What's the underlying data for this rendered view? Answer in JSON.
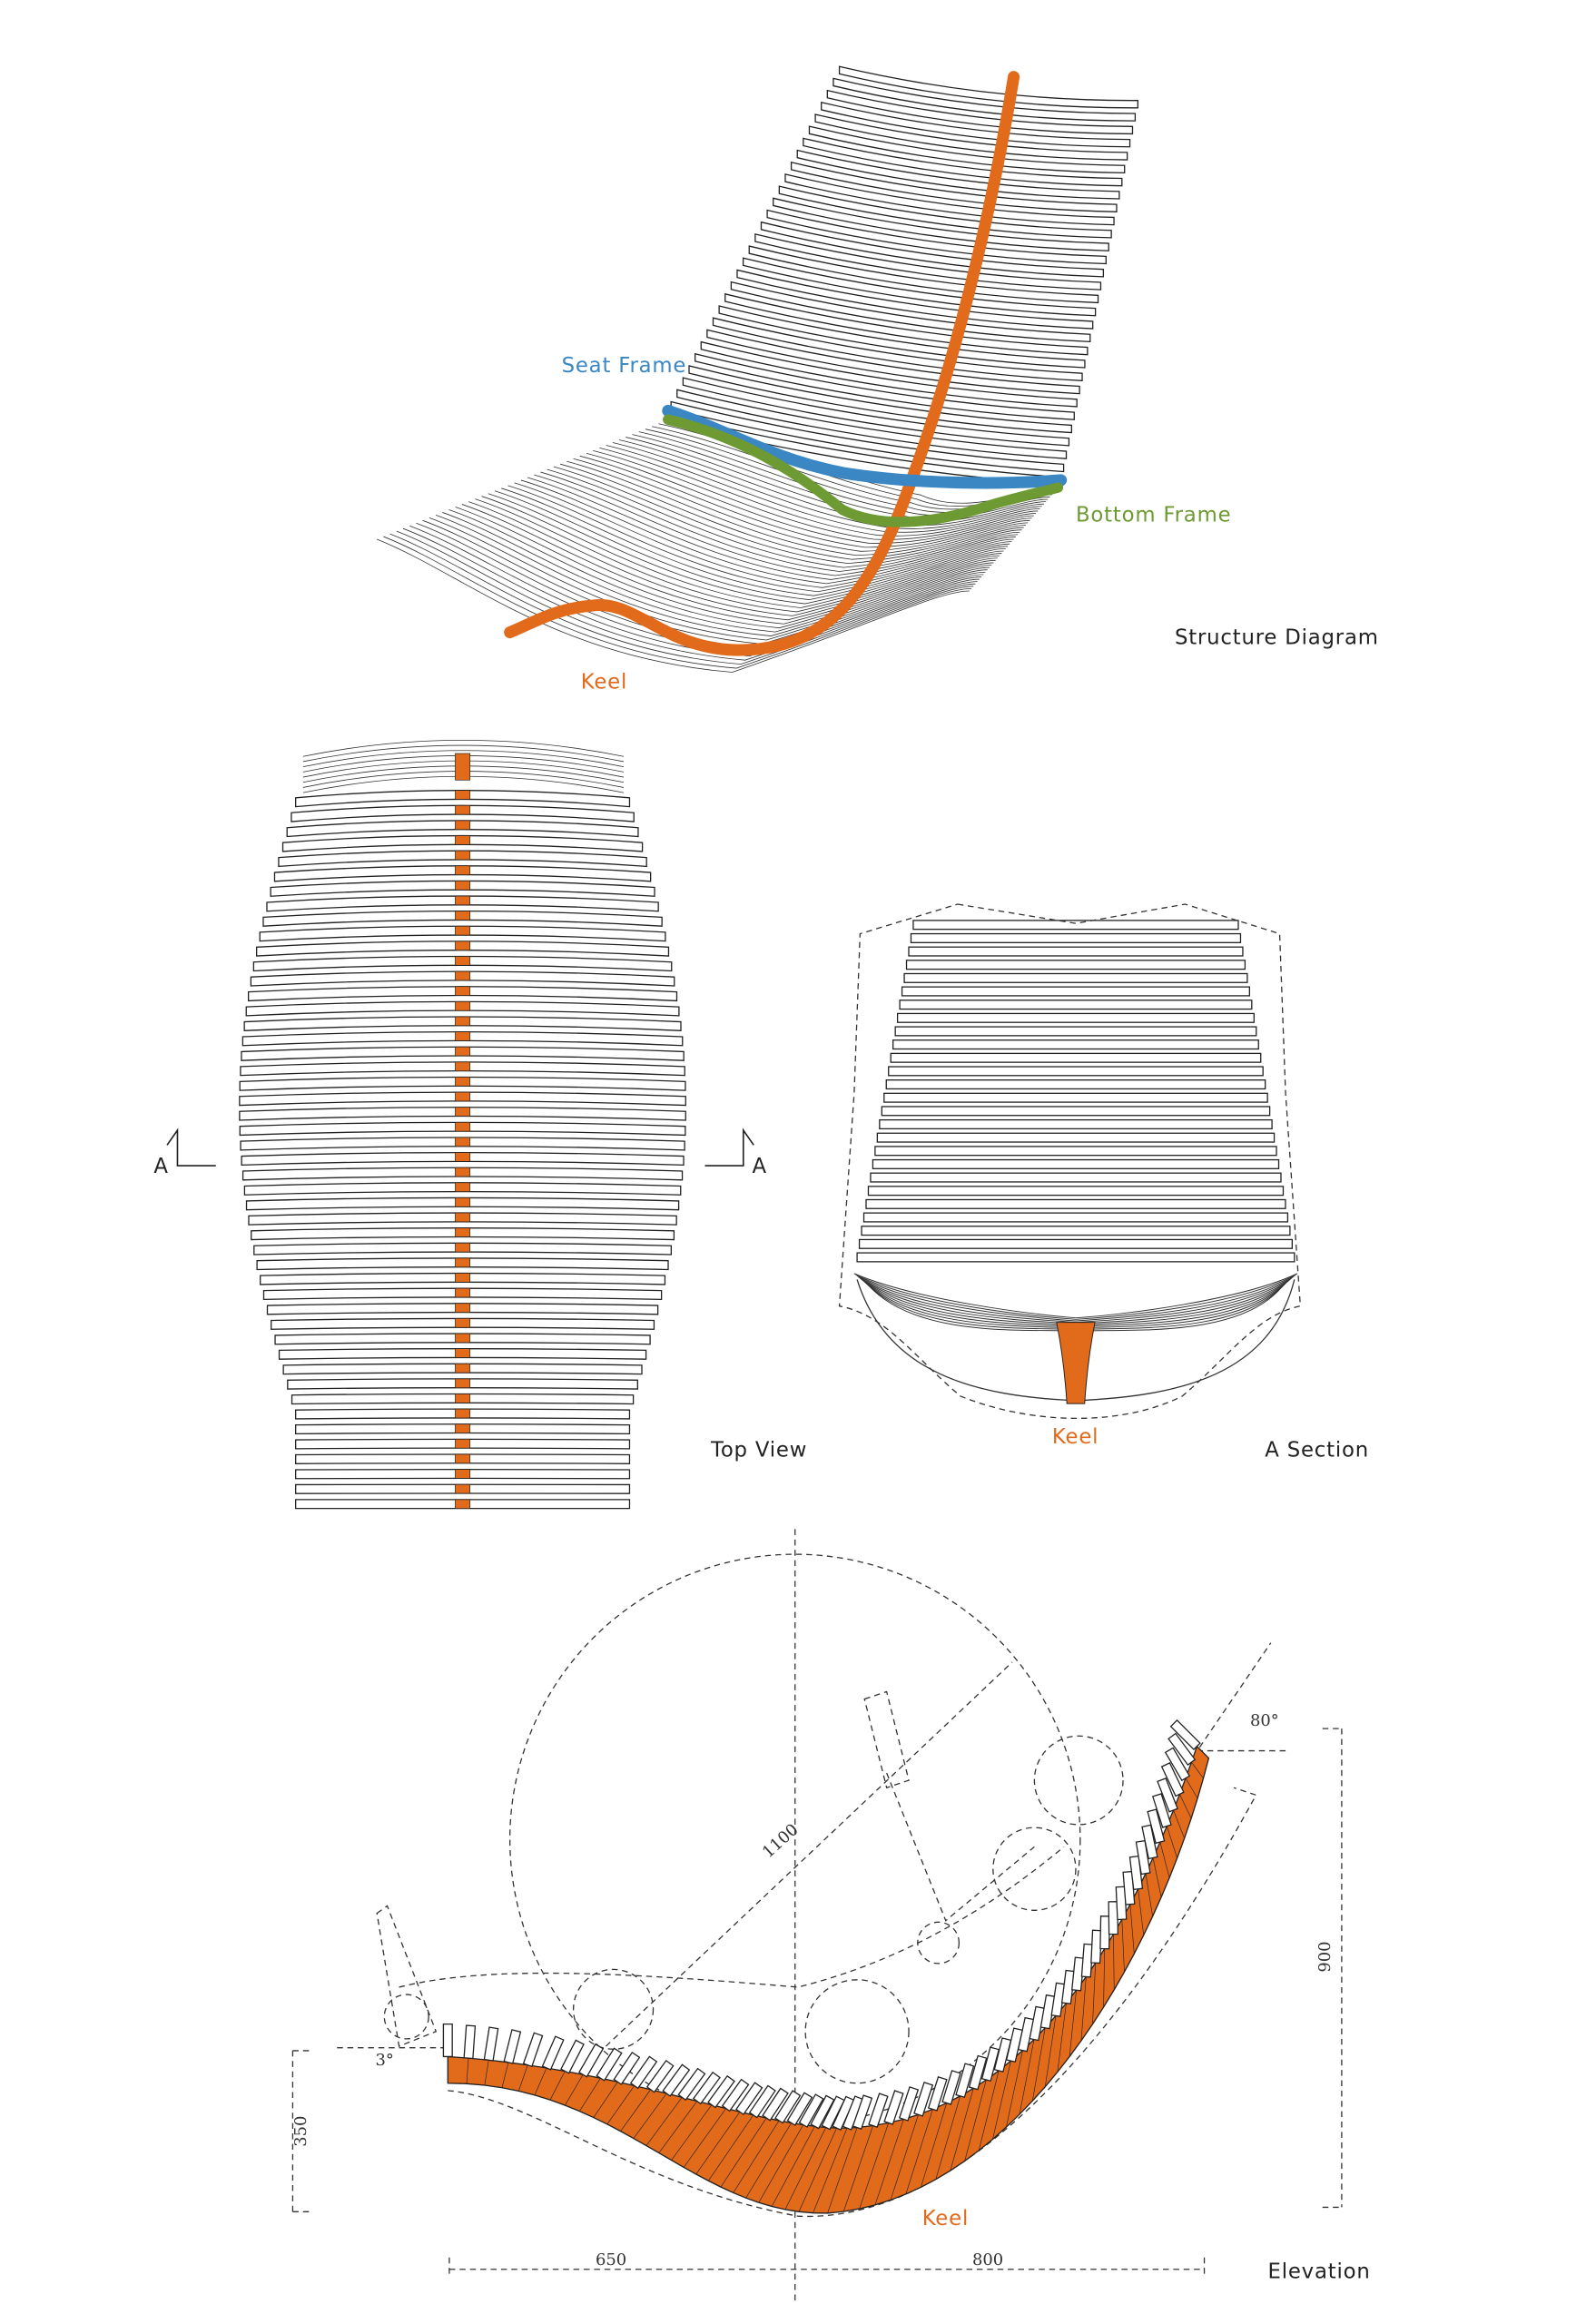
{
  "colors": {
    "keel": "#e26a1b",
    "seat_frame": "#3a87c4",
    "bottom_frame": "#6e9a33",
    "line": "#222222"
  },
  "structure": {
    "title": "Structure Diagram",
    "seat_frame_label": "Seat Frame",
    "bottom_frame_label": "Bottom Frame",
    "keel_label": "Keel"
  },
  "top_view": {
    "title": "Top View",
    "section_mark_left": "A",
    "section_mark_right": "A"
  },
  "a_section": {
    "title": "A Section",
    "keel_label": "Keel"
  },
  "elevation": {
    "title": "Elevation",
    "keel_label": "Keel",
    "dims": {
      "radius": "1100",
      "height": "900",
      "front_height": "350",
      "left_length": "650",
      "right_length": "800",
      "seat_angle": "3°",
      "back_angle": "80°"
    }
  }
}
